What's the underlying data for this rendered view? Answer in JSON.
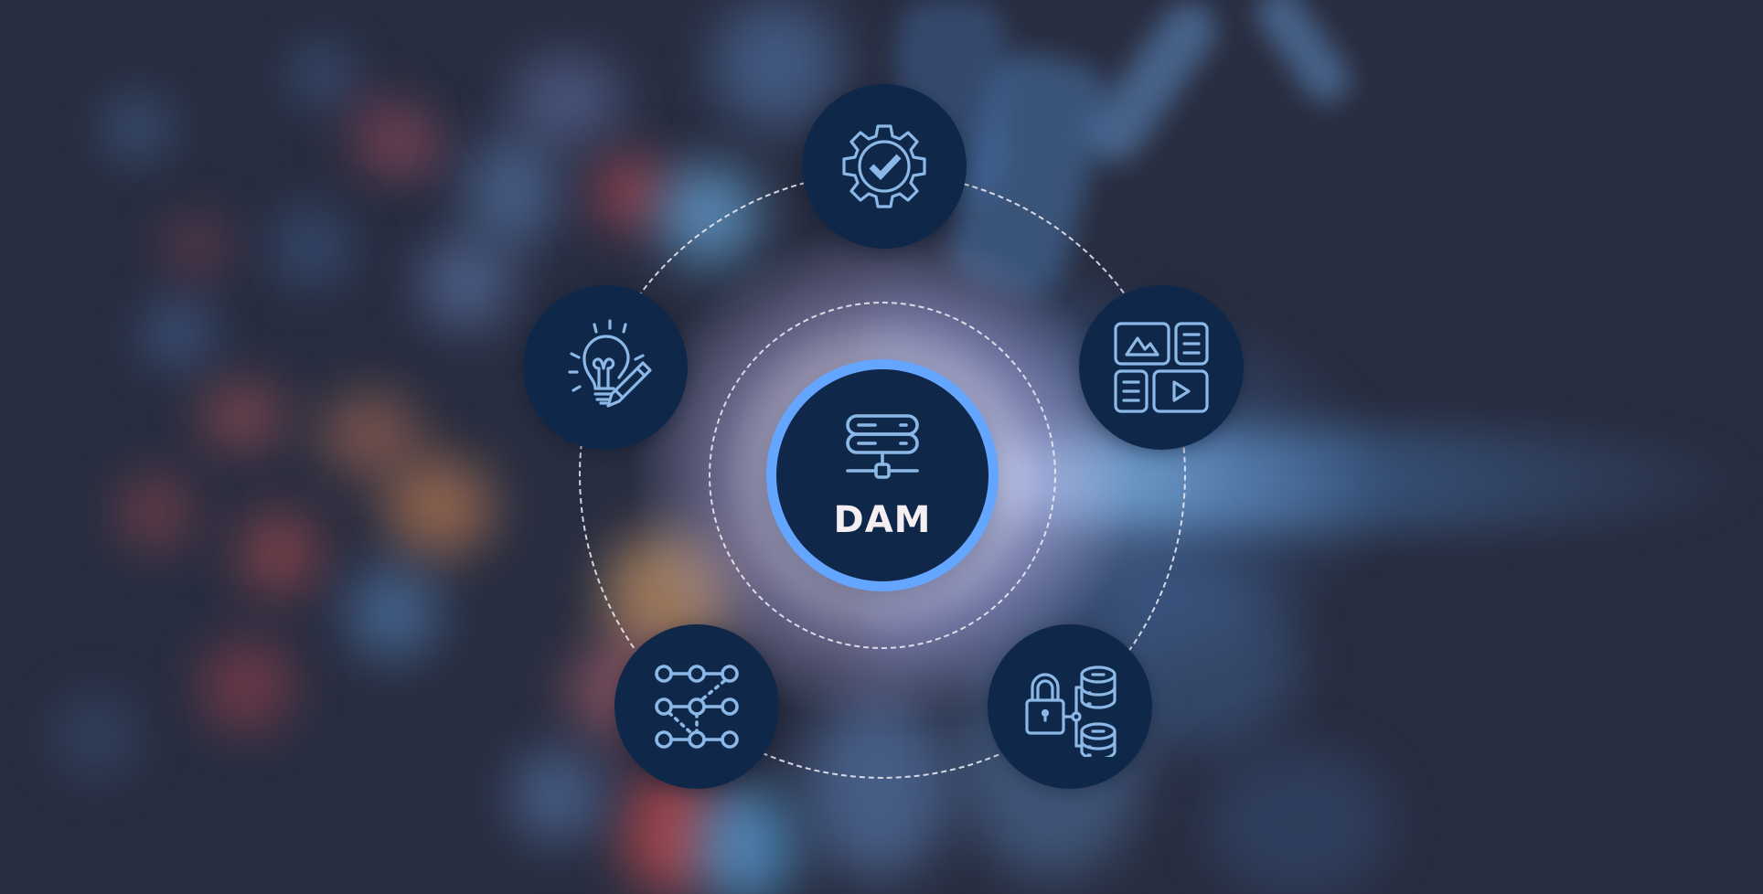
{
  "diagram": {
    "title": "DAM",
    "center": {
      "label": "DAM",
      "icon": "server-network-icon",
      "ring_color": "#64a6ff",
      "fill_color": "#0f2849"
    },
    "satellites": [
      {
        "position": "top",
        "icon": "gear-check-icon"
      },
      {
        "position": "left",
        "icon": "lightbulb-pencil-icon"
      },
      {
        "position": "right",
        "icon": "media-grid-icon"
      },
      {
        "position": "bottom-left",
        "icon": "node-workflow-icon"
      },
      {
        "position": "bottom-right",
        "icon": "lock-database-icon"
      }
    ],
    "icon_stroke_color": "#8bb8e6",
    "node_fill_color": "#0f2849",
    "dashed_ring_color": "#f0f0fa",
    "background_color": "#282d40"
  }
}
